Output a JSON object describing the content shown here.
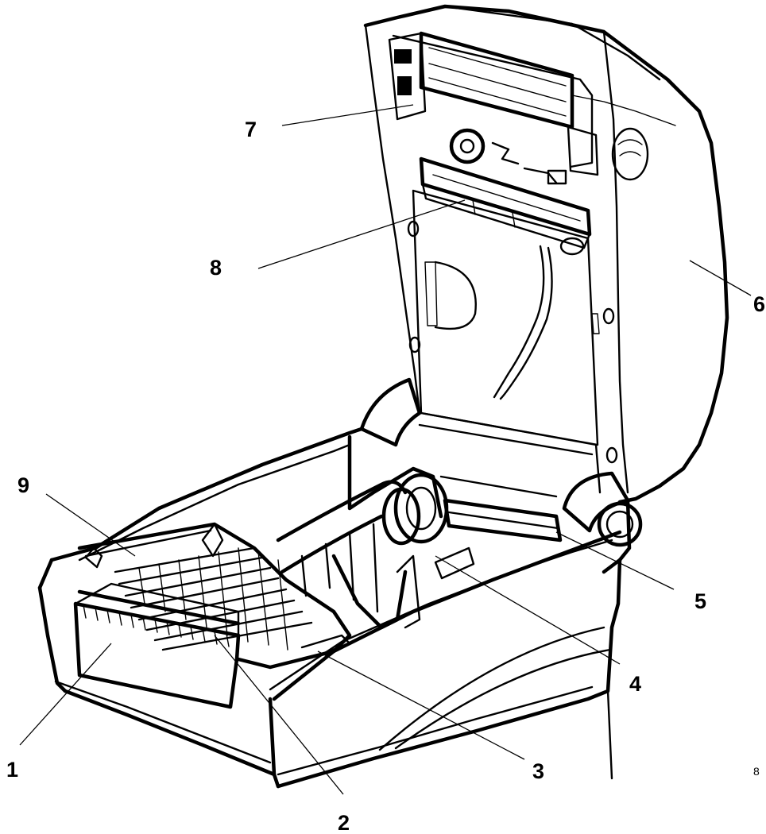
{
  "callouts": [
    {
      "id": "c1",
      "text": "1"
    },
    {
      "id": "c2",
      "text": "2"
    },
    {
      "id": "c3",
      "text": "3"
    },
    {
      "id": "c4",
      "text": "4"
    },
    {
      "id": "c5",
      "text": "5"
    },
    {
      "id": "c6",
      "text": "6"
    },
    {
      "id": "c7",
      "text": "7"
    },
    {
      "id": "c8",
      "text": "8"
    },
    {
      "id": "c9",
      "text": "9"
    }
  ],
  "stray_mark": "8"
}
